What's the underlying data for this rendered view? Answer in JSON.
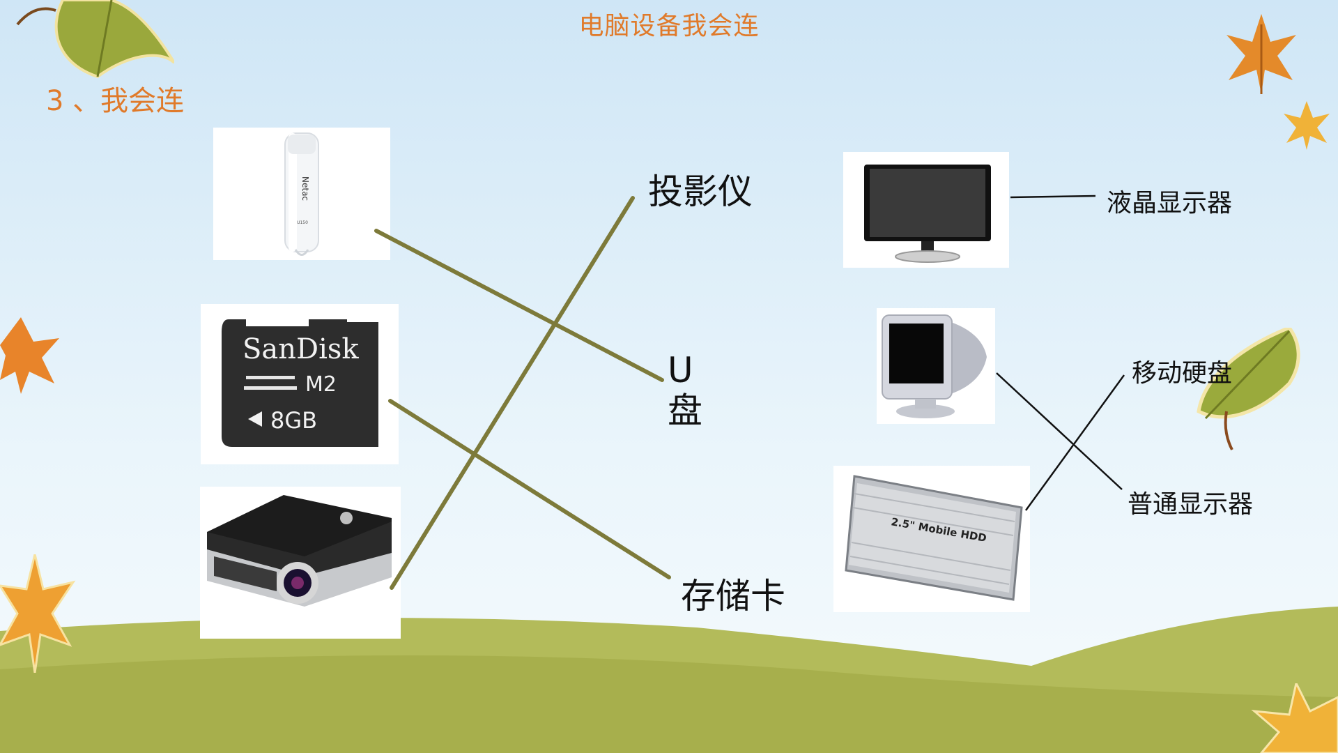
{
  "header": {
    "title": "电脑设备我会连",
    "subtitle": "3 、我会连"
  },
  "left_items": [
    {
      "name": "usb-drive",
      "brand": "Netac",
      "model": "U150"
    },
    {
      "name": "sd-card",
      "brand": "SanDisk",
      "type": "M2",
      "capacity": "8GB"
    },
    {
      "name": "projector"
    }
  ],
  "middle_labels": {
    "projector": "投影仪",
    "u_disk_line1": "U",
    "u_disk_line2": "盘",
    "memory_card": "存储卡"
  },
  "right_items": [
    {
      "name": "lcd-monitor"
    },
    {
      "name": "crt-monitor"
    },
    {
      "name": "mobile-hdd",
      "label": "2.5\" Mobile HDD"
    }
  ],
  "right_labels": {
    "lcd": "液晶显示器",
    "mobile_hdd": "移动硬盘",
    "crt": "普通显示器"
  },
  "colors": {
    "title": "#e07a2a",
    "connector_line": "#7d7a3a",
    "grass": "#a9b24e",
    "sky_top": "#cfe6f6"
  }
}
